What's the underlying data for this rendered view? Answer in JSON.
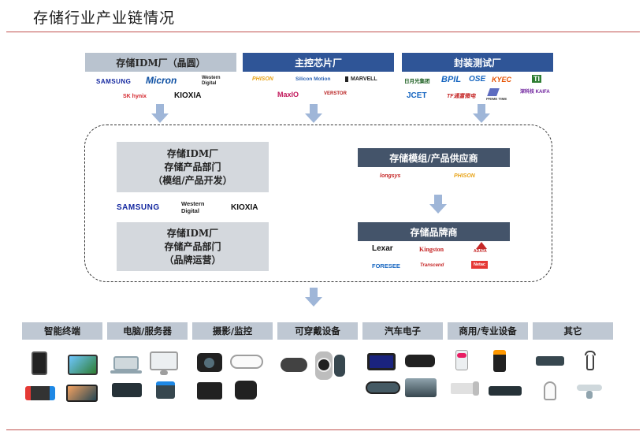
{
  "title": "存储行业产业链情况",
  "top": {
    "idm_header": "存储IDM厂（晶圆）",
    "controller_header": "主控芯片厂",
    "packaging_header": "封装测试厂",
    "idm_logos": [
      "SAMSUNG",
      "Micron",
      "Western Digital",
      "SK hynix",
      "KIOXIA"
    ],
    "controller_logos": [
      "PHISON",
      "Silicon Motion",
      "MARVELL",
      "MaxIO",
      "VERSTOR"
    ],
    "packaging_logos": [
      "日月光集团",
      "BPIL",
      "OSE",
      "KYEC",
      "TI",
      "JCET",
      "TF通富微电",
      "PRIME TIME",
      "深科技 KAIFA"
    ]
  },
  "middle": {
    "idm_product_box": [
      "存储IDM厂",
      "存储产品部门",
      "（模组/产品开发）"
    ],
    "idm_brand_box": [
      "存储IDM厂",
      "存储产品部门",
      "（品牌运营）"
    ],
    "idm_logos": [
      "SAMSUNG",
      "Western Digital",
      "KIOXIA"
    ],
    "module_supplier": "存储模组/产品供应商",
    "module_logos": [
      "longsys",
      "PHISON"
    ],
    "brand_vendor": "存储品牌商",
    "brand_logos": [
      "Lexar",
      "Kingston",
      "ADATA",
      "FORESEE",
      "Transcend",
      "Netac"
    ]
  },
  "categories": [
    "智能终端",
    "电脑/服务器",
    "摄影/监控",
    "可穿戴设备",
    "汽车电子",
    "商用/专业设备",
    "其它"
  ],
  "colors": {
    "blue_header": "#2f5597",
    "gray_header": "#b9c3cf",
    "navy": "#44546a",
    "arrow": "#9fb6d8",
    "rule": "#c0504d"
  }
}
